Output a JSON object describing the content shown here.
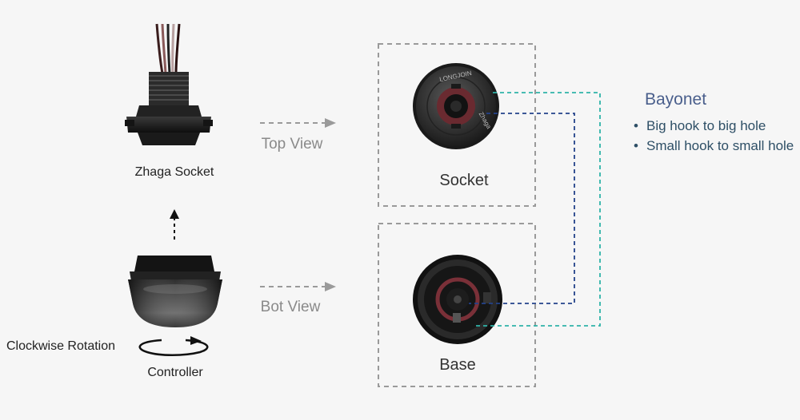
{
  "labels": {
    "zhaga_socket": "Zhaga Socket",
    "clockwise_rotation": "Clockwise Rotation",
    "controller": "Controller",
    "top_view": "Top View",
    "bot_view": "Bot View",
    "socket": "Socket",
    "base": "Base"
  },
  "socket_face_text": {
    "brand": "LONGJOIN",
    "mark": "Zhaga"
  },
  "bayonet": {
    "title": "Bayonet",
    "items": [
      "Big hook to big hole",
      "Small hook to small hole"
    ]
  },
  "colors": {
    "background": "#f6f6f6",
    "box_border": "#9a9a9a",
    "arrow": "#9a9a9a",
    "big_hook_line": "#2fb3a8",
    "small_hook_line": "#23428a",
    "bayonet_title": "#4a5f8c",
    "bullet_text": "#2e4f66"
  }
}
